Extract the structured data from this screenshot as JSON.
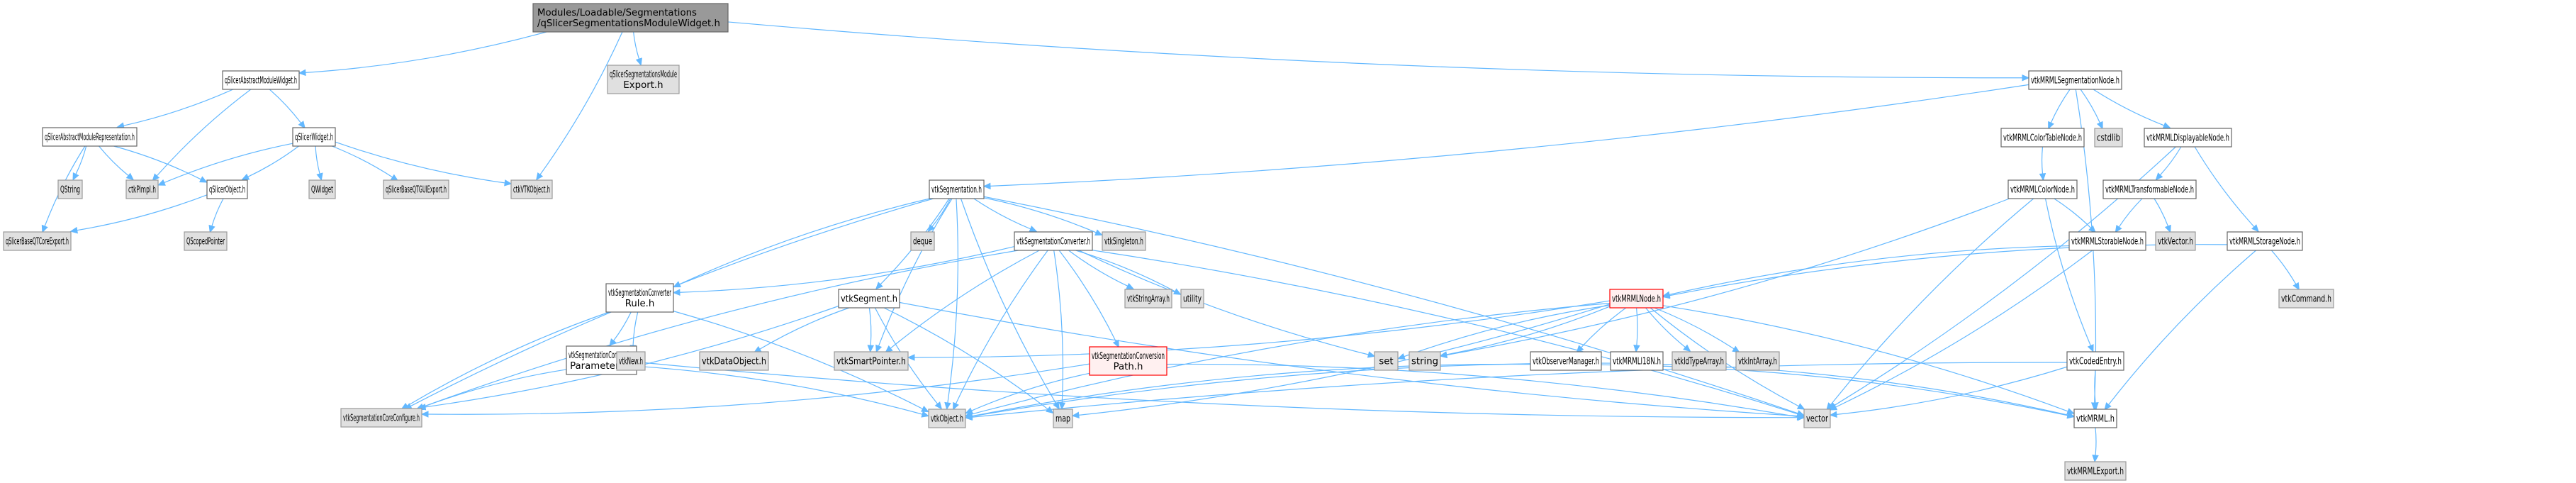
{
  "title": "qSlicerSegmentationsModuleWidget.h include dependency graph",
  "colors": {
    "edge": "#63b8ff",
    "root_fill": "#999999",
    "root_stroke": "#666666",
    "documented_fill": "#ffffff",
    "documented_stroke": "#666666",
    "external_fill": "#e0e0e0",
    "external_stroke": "#999999",
    "truncated_fill": "#fff0f0",
    "truncated_stroke": "#ff0000"
  },
  "nodes": [
    {
      "id": "root",
      "lines": [
        "Modules/Loadable/Segmentations",
        "/qSlicerSegmentationsModuleWidget.h"
      ],
      "kind": "root"
    },
    {
      "id": "qSlicerAbstractModuleWidget",
      "lines": [
        "qSlicerAbstractModuleWidget.h"
      ],
      "kind": "documented"
    },
    {
      "id": "qSlicerSegmentationsModuleExport",
      "lines": [
        "qSlicerSegmentationsModule",
        "Export.h"
      ],
      "kind": "external"
    },
    {
      "id": "ctkVTKObject",
      "lines": [
        "ctkVTKObject.h"
      ],
      "kind": "external"
    },
    {
      "id": "vtkMRMLSegmentationNode",
      "lines": [
        "vtkMRMLSegmentationNode.h"
      ],
      "kind": "documented"
    },
    {
      "id": "qSlicerAbstractModuleRepresentation",
      "lines": [
        "qSlicerAbstractModuleRepresentation.h"
      ],
      "kind": "documented"
    },
    {
      "id": "qSlicerWidget",
      "lines": [
        "qSlicerWidget.h"
      ],
      "kind": "documented"
    },
    {
      "id": "QString",
      "lines": [
        "QString"
      ],
      "kind": "external"
    },
    {
      "id": "ctkPimpl",
      "lines": [
        "ctkPimpl.h"
      ],
      "kind": "external"
    },
    {
      "id": "qSlicerObject",
      "lines": [
        "qSlicerObject.h"
      ],
      "kind": "documented"
    },
    {
      "id": "QWidget",
      "lines": [
        "QWidget"
      ],
      "kind": "external"
    },
    {
      "id": "qSlicerBaseQTGUIExport",
      "lines": [
        "qSlicerBaseQTGUIExport.h"
      ],
      "kind": "external"
    },
    {
      "id": "qSlicerBaseQTCoreExport",
      "lines": [
        "qSlicerBaseQTCoreExport.h"
      ],
      "kind": "external"
    },
    {
      "id": "QScopedPointer",
      "lines": [
        "QScopedPointer"
      ],
      "kind": "external"
    },
    {
      "id": "vtkSegmentation",
      "lines": [
        "vtkSegmentation.h"
      ],
      "kind": "documented"
    },
    {
      "id": "deque",
      "lines": [
        "deque"
      ],
      "kind": "external"
    },
    {
      "id": "vtkSegmentationConverter",
      "lines": [
        "vtkSegmentationConverter.h"
      ],
      "kind": "documented"
    },
    {
      "id": "vtkSingleton",
      "lines": [
        "vtkSingleton.h"
      ],
      "kind": "external"
    },
    {
      "id": "vtkSegmentationConverterRule",
      "lines": [
        "vtkSegmentationConverter",
        "Rule.h"
      ],
      "kind": "documented"
    },
    {
      "id": "vtkSegment",
      "lines": [
        "vtkSegment.h"
      ],
      "kind": "documented"
    },
    {
      "id": "vtkStringArray",
      "lines": [
        "vtkStringArray.h"
      ],
      "kind": "external"
    },
    {
      "id": "utility",
      "lines": [
        "utility"
      ],
      "kind": "external"
    },
    {
      "id": "vtkSegmentationConversionParameters",
      "lines": [
        "vtkSegmentationConversion",
        "Parameters.h"
      ],
      "kind": "documented"
    },
    {
      "id": "vtkNew",
      "lines": [
        "vtkNew.h"
      ],
      "kind": "external"
    },
    {
      "id": "vtkDataObject",
      "lines": [
        "vtkDataObject.h"
      ],
      "kind": "external"
    },
    {
      "id": "vtkSmartPointer",
      "lines": [
        "vtkSmartPointer.h"
      ],
      "kind": "external"
    },
    {
      "id": "vtkSegmentationConversionPath",
      "lines": [
        "vtkSegmentationConversion",
        "Path.h"
      ],
      "kind": "truncated"
    },
    {
      "id": "vtkSegmentationCoreConfigure",
      "lines": [
        "vtkSegmentationCoreConfigure.h"
      ],
      "kind": "external"
    },
    {
      "id": "vtkObject",
      "lines": [
        "vtkObject.h"
      ],
      "kind": "external"
    },
    {
      "id": "map",
      "lines": [
        "map"
      ],
      "kind": "external"
    },
    {
      "id": "set",
      "lines": [
        "set"
      ],
      "kind": "external"
    },
    {
      "id": "string",
      "lines": [
        "string"
      ],
      "kind": "external"
    },
    {
      "id": "vtkMRMLNode",
      "lines": [
        "vtkMRMLNode.h"
      ],
      "kind": "truncated"
    },
    {
      "id": "vtkObserverManager",
      "lines": [
        "vtkObserverManager.h"
      ],
      "kind": "documented"
    },
    {
      "id": "vtkMRMLI18N",
      "lines": [
        "vtkMRMLI18N.h"
      ],
      "kind": "documented"
    },
    {
      "id": "vtkIdTypeArray",
      "lines": [
        "vtkIdTypeArray.h"
      ],
      "kind": "external"
    },
    {
      "id": "vtkIntArray",
      "lines": [
        "vtkIntArray.h"
      ],
      "kind": "external"
    },
    {
      "id": "vector",
      "lines": [
        "vector"
      ],
      "kind": "external"
    },
    {
      "id": "vtkMRMLColorTableNode",
      "lines": [
        "vtkMRMLColorTableNode.h"
      ],
      "kind": "documented"
    },
    {
      "id": "cstdlib",
      "lines": [
        "cstdlib"
      ],
      "kind": "external"
    },
    {
      "id": "vtkMRMLDisplayableNode",
      "lines": [
        "vtkMRMLDisplayableNode.h"
      ],
      "kind": "documented"
    },
    {
      "id": "vtkMRMLColorNode",
      "lines": [
        "vtkMRMLColorNode.h"
      ],
      "kind": "documented"
    },
    {
      "id": "vtkMRMLTransformableNode",
      "lines": [
        "vtkMRMLTransformableNode.h"
      ],
      "kind": "documented"
    },
    {
      "id": "vtkMRMLStorableNode",
      "lines": [
        "vtkMRMLStorableNode.h"
      ],
      "kind": "documented"
    },
    {
      "id": "vtkVector",
      "lines": [
        "vtkVector.h"
      ],
      "kind": "external"
    },
    {
      "id": "vtkMRMLStorageNode",
      "lines": [
        "vtkMRMLStorageNode.h"
      ],
      "kind": "documented"
    },
    {
      "id": "vtkCommand",
      "lines": [
        "vtkCommand.h"
      ],
      "kind": "external"
    },
    {
      "id": "vtkCodedEntry",
      "lines": [
        "vtkCodedEntry.h"
      ],
      "kind": "documented"
    },
    {
      "id": "vtkMRML",
      "lines": [
        "vtkMRML.h"
      ],
      "kind": "documented"
    },
    {
      "id": "vtkMRMLExport",
      "lines": [
        "vtkMRMLExport.h"
      ],
      "kind": "external"
    }
  ],
  "edges": [
    [
      "root",
      "qSlicerAbstractModuleWidget"
    ],
    [
      "root",
      "qSlicerSegmentationsModuleExport"
    ],
    [
      "root",
      "ctkVTKObject"
    ],
    [
      "root",
      "vtkMRMLSegmentationNode"
    ],
    [
      "qSlicerAbstractModuleWidget",
      "qSlicerAbstractModuleRepresentation"
    ],
    [
      "qSlicerAbstractModuleWidget",
      "ctkPimpl"
    ],
    [
      "qSlicerAbstractModuleWidget",
      "qSlicerWidget"
    ],
    [
      "qSlicerAbstractModuleRepresentation",
      "qSlicerBaseQTCoreExport"
    ],
    [
      "qSlicerAbstractModuleRepresentation",
      "QString"
    ],
    [
      "qSlicerAbstractModuleRepresentation",
      "ctkPimpl"
    ],
    [
      "qSlicerAbstractModuleRepresentation",
      "qSlicerObject"
    ],
    [
      "qSlicerWidget",
      "ctkPimpl"
    ],
    [
      "qSlicerWidget",
      "qSlicerObject"
    ],
    [
      "qSlicerWidget",
      "QWidget"
    ],
    [
      "qSlicerWidget",
      "qSlicerBaseQTGUIExport"
    ],
    [
      "qSlicerWidget",
      "ctkVTKObject"
    ],
    [
      "qSlicerObject",
      "qSlicerBaseQTCoreExport"
    ],
    [
      "qSlicerObject",
      "QScopedPointer"
    ],
    [
      "vtkMRMLSegmentationNode",
      "vtkSegmentation"
    ],
    [
      "vtkMRMLSegmentationNode",
      "vtkMRMLColorTableNode"
    ],
    [
      "vtkMRMLSegmentationNode",
      "cstdlib"
    ],
    [
      "vtkMRMLSegmentationNode",
      "vtkMRMLDisplayableNode"
    ],
    [
      "vtkMRMLSegmentationNode",
      "vtkMRML"
    ],
    [
      "vtkSegmentation",
      "vtkSegmentationCoreConfigure"
    ],
    [
      "vtkSegmentation",
      "deque"
    ],
    [
      "vtkSegmentation",
      "vtkSegmentationConverter"
    ],
    [
      "vtkSegmentation",
      "vtkSingleton"
    ],
    [
      "vtkSegmentation",
      "vtkSegmentationConverterRule"
    ],
    [
      "vtkSegmentation",
      "vtkSegment"
    ],
    [
      "vtkSegmentation",
      "vtkSmartPointer"
    ],
    [
      "vtkSegmentation",
      "vtkObject"
    ],
    [
      "vtkSegmentation",
      "map"
    ],
    [
      "vtkSegmentation",
      "vector"
    ],
    [
      "vtkSegmentationConverter",
      "vtkSegmentationCoreConfigure"
    ],
    [
      "vtkSegmentationConverter",
      "vtkSegmentationConverterRule"
    ],
    [
      "vtkSegmentationConverter",
      "vtkStringArray"
    ],
    [
      "vtkSegmentationConverter",
      "utility"
    ],
    [
      "vtkSegmentationConverter",
      "vtkSmartPointer"
    ],
    [
      "vtkSegmentationConverter",
      "vtkSegmentationConversionPath"
    ],
    [
      "vtkSegmentationConverter",
      "vtkObject"
    ],
    [
      "vtkSegmentationConverter",
      "map"
    ],
    [
      "vtkSegmentationConverter",
      "set"
    ],
    [
      "vtkSegmentationConverter",
      "vector"
    ],
    [
      "vtkSegmentationConverterRule",
      "vtkSegmentationCoreConfigure"
    ],
    [
      "vtkSegmentationConverterRule",
      "vtkSegmentationConversionParameters"
    ],
    [
      "vtkSegmentationConverterRule",
      "vtkNew"
    ],
    [
      "vtkSegmentationConverterRule",
      "vtkObject"
    ],
    [
      "vtkSegmentationConversionParameters",
      "vtkSegmentationCoreConfigure"
    ],
    [
      "vtkSegmentationConversionParameters",
      "vtkObject"
    ],
    [
      "vtkSegmentationConversionParameters",
      "vector"
    ],
    [
      "vtkSegment",
      "vtkSegmentationCoreConfigure"
    ],
    [
      "vtkSegment",
      "vtkDataObject"
    ],
    [
      "vtkSegment",
      "vtkSmartPointer"
    ],
    [
      "vtkSegment",
      "vtkObject"
    ],
    [
      "vtkSegment",
      "map"
    ],
    [
      "vtkSegment",
      "vector"
    ],
    [
      "vtkSegmentationConversionPath",
      "vtkSegmentationCoreConfigure"
    ],
    [
      "vtkSegmentationConversionPath",
      "vtkObject"
    ],
    [
      "vtkSegmentationConversionPath",
      "vector"
    ],
    [
      "vtkMRMLColorTableNode",
      "vtkMRMLColorNode"
    ],
    [
      "vtkMRMLColorNode",
      "vtkMRMLStorableNode"
    ],
    [
      "vtkMRMLColorNode",
      "vtkCodedEntry"
    ],
    [
      "vtkMRMLColorNode",
      "string"
    ],
    [
      "vtkMRMLColorNode",
      "vector"
    ],
    [
      "vtkMRMLDisplayableNode",
      "vtkMRMLTransformableNode"
    ],
    [
      "vtkMRMLDisplayableNode",
      "vtkMRMLStorageNode"
    ],
    [
      "vtkMRMLDisplayableNode",
      "vector"
    ],
    [
      "vtkMRMLTransformableNode",
      "vtkMRMLStorableNode"
    ],
    [
      "vtkMRMLTransformableNode",
      "vtkVector"
    ],
    [
      "vtkMRMLStorableNode",
      "vtkMRMLNode"
    ],
    [
      "vtkMRMLStorableNode",
      "vector"
    ],
    [
      "vtkMRMLStorageNode",
      "vtkMRMLNode"
    ],
    [
      "vtkMRMLStorageNode",
      "vtkCommand"
    ],
    [
      "vtkMRMLStorageNode",
      "vtkMRML"
    ],
    [
      "vtkMRMLNode",
      "vtkSmartPointer"
    ],
    [
      "vtkMRMLNode",
      "set"
    ],
    [
      "vtkMRMLNode",
      "string"
    ],
    [
      "vtkMRMLNode",
      "vtkObserverManager"
    ],
    [
      "vtkMRMLNode",
      "vtkMRMLI18N"
    ],
    [
      "vtkMRMLNode",
      "vtkIdTypeArray"
    ],
    [
      "vtkMRMLNode",
      "vtkIntArray"
    ],
    [
      "vtkMRMLNode",
      "vtkObject"
    ],
    [
      "vtkMRMLNode",
      "map"
    ],
    [
      "vtkMRMLNode",
      "vector"
    ],
    [
      "vtkMRMLNode",
      "vtkMRML"
    ],
    [
      "vtkObserverManager",
      "vtkObject"
    ],
    [
      "vtkObserverManager",
      "vtkMRML"
    ],
    [
      "vtkMRMLI18N",
      "vtkObject"
    ],
    [
      "vtkMRMLI18N",
      "vtkMRML"
    ],
    [
      "vtkCodedEntry",
      "vtkObject"
    ],
    [
      "vtkCodedEntry",
      "vector"
    ],
    [
      "vtkCodedEntry",
      "vtkMRML"
    ],
    [
      "vtkMRML",
      "vtkMRMLExport"
    ]
  ]
}
